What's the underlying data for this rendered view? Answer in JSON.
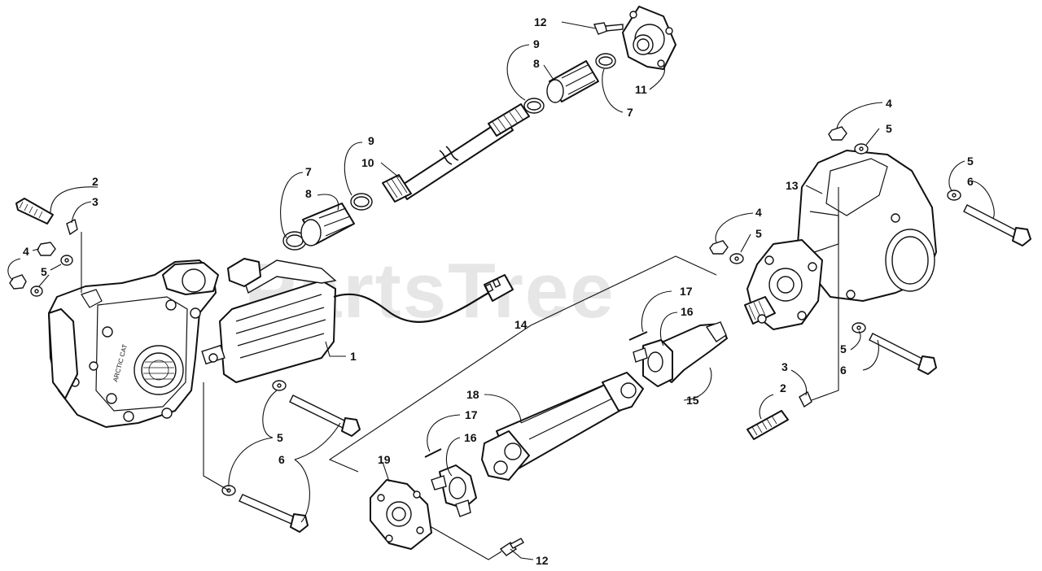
{
  "watermark": {
    "text": "PartsTree",
    "color": "#e6e6e6"
  },
  "casting_mark": "ARCTIC CAT",
  "callouts": {
    "c1": "1",
    "c2": "2",
    "c3": "3",
    "c4": "4",
    "c5": "5",
    "c6": "6",
    "c7": "7",
    "c8": "8",
    "c9": "9",
    "c10": "10",
    "c11": "11",
    "c12": "12",
    "c13": "13",
    "c14": "14",
    "c15": "15",
    "c16": "16",
    "c17": "17",
    "c18": "18",
    "c19": "19"
  },
  "colors": {
    "line": "#111111",
    "background": "#ffffff"
  }
}
